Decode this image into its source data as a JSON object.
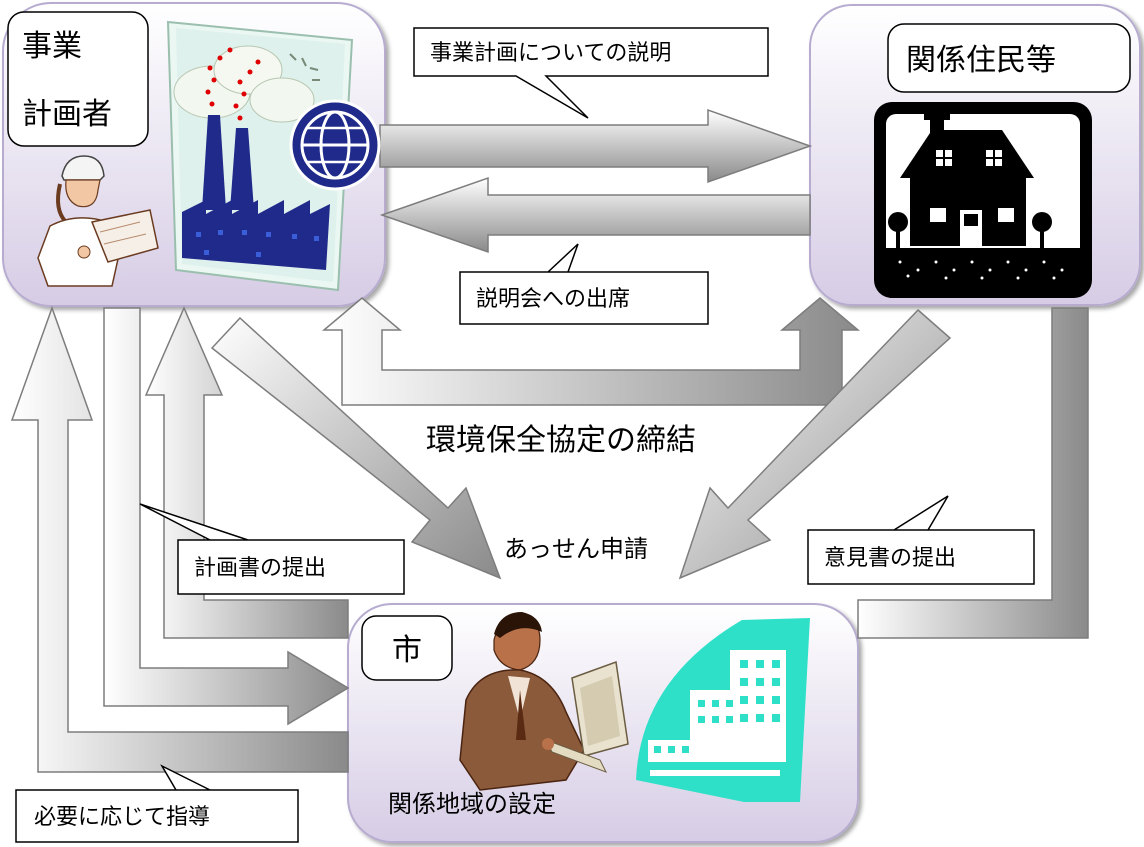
{
  "nodes": {
    "business_planner": {
      "label_line1": "事業",
      "label_line2": "計画者"
    },
    "residents": {
      "label": "関係住民等"
    },
    "city": {
      "label": "市",
      "caption": "関係地域の設定"
    }
  },
  "callouts": {
    "plan_explanation": "事業計画についての説明",
    "meeting_attendance": "説明会への出席",
    "plan_submission": "計画書の提出",
    "opinion_submission": "意見書の提出",
    "guidance": "必要に応じて指導"
  },
  "labels": {
    "agreement": "環境保全協定の締結",
    "mediation": "あっせん申請"
  },
  "colors": {
    "node_fill_top": "#ffffff",
    "node_fill_bottom": "#d8cfe6",
    "node_border": "#b9aecd",
    "arrow_light": "#ffffff",
    "arrow_dark": "#8c8c8c",
    "factory_blue": "#1f2a8a",
    "building_teal": "#2fe0c8"
  },
  "icons": [
    "factory-icon",
    "globe-icon",
    "engineer-icon",
    "house-icon",
    "officeworker-icon",
    "office-building-icon"
  ]
}
